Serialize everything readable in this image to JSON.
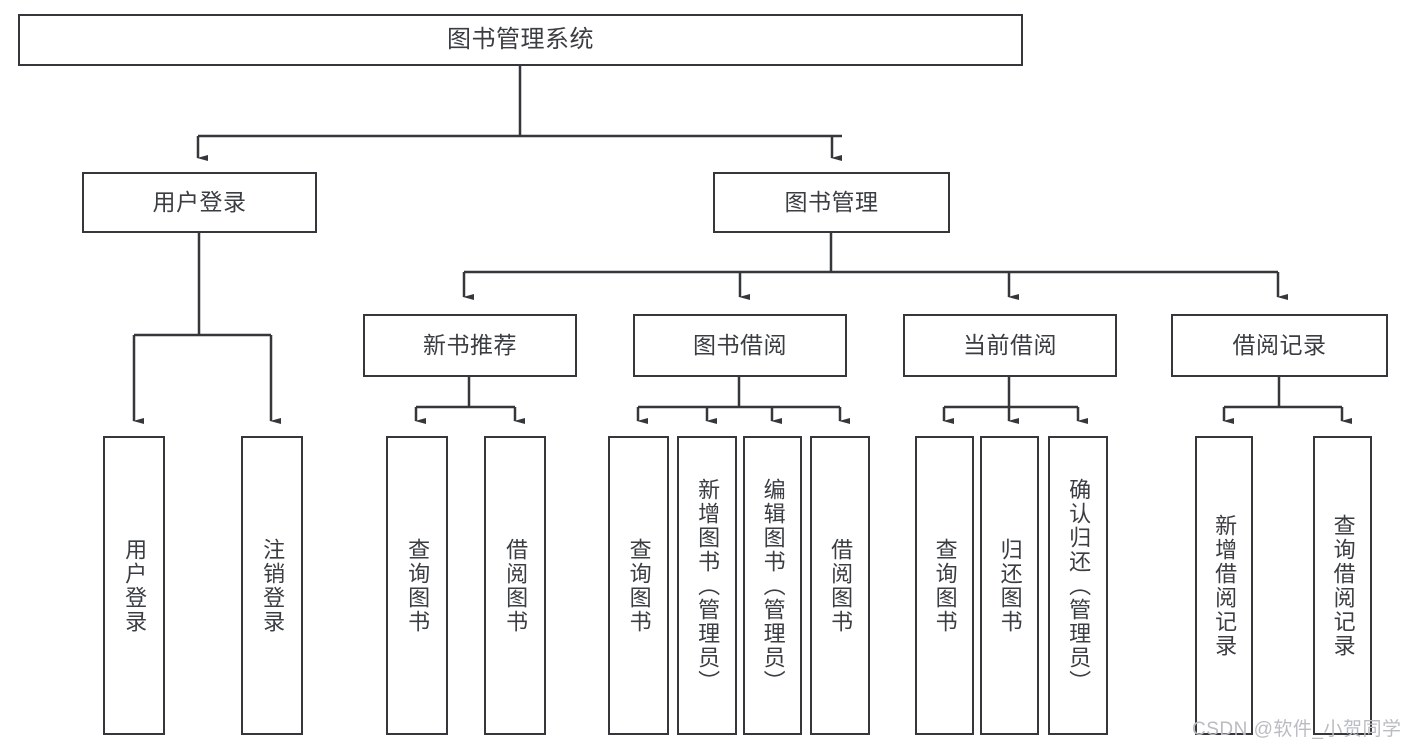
{
  "diagram": {
    "title": "图书管理系统",
    "type": "功能结构图",
    "stroke_color": "#35373a",
    "text_color": "#3a3d42",
    "background_color": "#ffffff"
  },
  "root": {
    "label": "图书管理系统"
  },
  "level1": [
    {
      "label": "用户登录"
    },
    {
      "label": "图书管理"
    }
  ],
  "level2": [
    {
      "label": "新书推荐"
    },
    {
      "label": "图书借阅"
    },
    {
      "label": "当前借阅"
    },
    {
      "label": "借阅记录"
    }
  ],
  "leaves": {
    "user_login": [
      {
        "label": "用户登录"
      },
      {
        "label": "注销登录"
      }
    ],
    "new_book": [
      {
        "label": "查询图书"
      },
      {
        "label": "借阅图书"
      }
    ],
    "book_borrow": [
      {
        "label": "查询图书"
      },
      {
        "label": "新增图书（管理员）"
      },
      {
        "label": "编辑图书（管理员）"
      },
      {
        "label": "借阅图书"
      }
    ],
    "current_borrow": [
      {
        "label": "查询图书"
      },
      {
        "label": "归还图书"
      },
      {
        "label": "确认归还（管理员）"
      }
    ],
    "borrow_record": [
      {
        "label": "新增借阅记录"
      },
      {
        "label": "查询借阅记录"
      }
    ]
  },
  "watermark": {
    "text": "CSDN @软件_小贺同学"
  }
}
